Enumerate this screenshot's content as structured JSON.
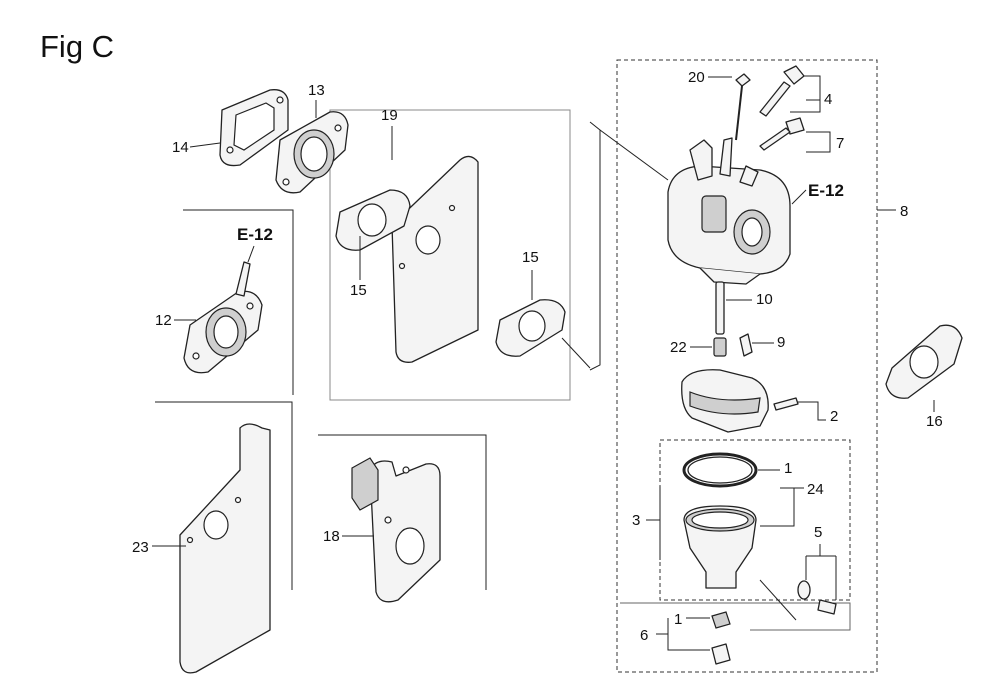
{
  "figure": {
    "title": "Fig C"
  },
  "refs": {
    "e12_left": "E-12",
    "e12_right": "E-12"
  },
  "labels": {
    "p1a": "1",
    "p1b": "1",
    "p2": "2",
    "p3": "3",
    "p4": "4",
    "p5": "5",
    "p6": "6",
    "p7": "7",
    "p8": "8",
    "p9": "9",
    "p10": "10",
    "p12": "12",
    "p13": "13",
    "p14": "14",
    "p15a": "15",
    "p15b": "15",
    "p16": "16",
    "p18": "18",
    "p19": "19",
    "p20": "20",
    "p22": "22",
    "p23": "23",
    "p24": "24"
  }
}
